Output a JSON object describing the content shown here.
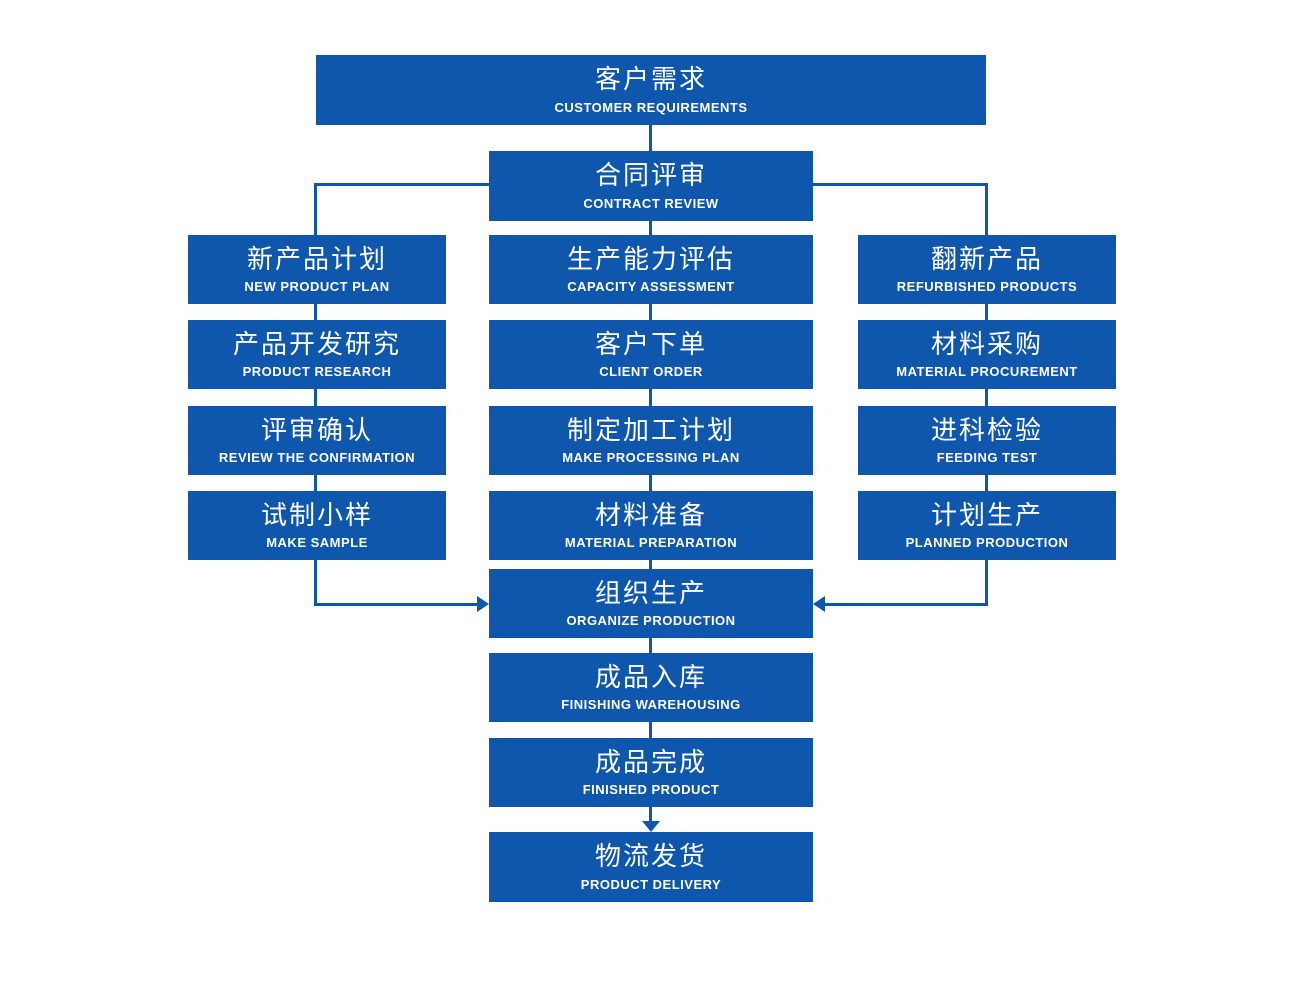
{
  "colors": {
    "node_fill": "#0E57AD",
    "connector": "#0E57AD",
    "text": "#FFFFFF",
    "background": "#FFFFFF"
  },
  "nodes": {
    "customer_requirements": {
      "zh": "客户需求",
      "en": "CUSTOMER REQUIREMENTS"
    },
    "contract_review": {
      "zh": "合同评审",
      "en": "CONTRACT REVIEW"
    },
    "new_product_plan": {
      "zh": "新产品计划",
      "en": "NEW PRODUCT PLAN"
    },
    "product_research": {
      "zh": "产品开发研究",
      "en": "PRODUCT RESEARCH"
    },
    "review_confirmation": {
      "zh": "评审确认",
      "en": "REVIEW THE CONFIRMATION"
    },
    "make_sample": {
      "zh": "试制小样",
      "en": "MAKE SAMPLE"
    },
    "capacity_assessment": {
      "zh": "生产能力评估",
      "en": "CAPACITY ASSESSMENT"
    },
    "client_order": {
      "zh": "客户下单",
      "en": "CLIENT ORDER"
    },
    "make_processing_plan": {
      "zh": "制定加工计划",
      "en": "MAKE PROCESSING PLAN"
    },
    "material_preparation": {
      "zh": "材料准备",
      "en": "MATERIAL PREPARATION"
    },
    "refurbished_products": {
      "zh": "翻新产品",
      "en": "REFURBISHED PRODUCTS"
    },
    "material_procurement": {
      "zh": "材料采购",
      "en": "MATERIAL PROCUREMENT"
    },
    "feeding_test": {
      "zh": "进科检验",
      "en": "FEEDING TEST"
    },
    "planned_production": {
      "zh": "计划生产",
      "en": "PLANNED PRODUCTION"
    },
    "organize_production": {
      "zh": "组织生产",
      "en": "ORGANIZE PRODUCTION"
    },
    "finishing_warehousing": {
      "zh": "成品入库",
      "en": "FINISHING WAREHOUSING"
    },
    "finished_product": {
      "zh": "成品完成",
      "en": "FINISHED PRODUCT"
    },
    "product_delivery": {
      "zh": "物流发货",
      "en": "PRODUCT DELIVERY"
    }
  }
}
